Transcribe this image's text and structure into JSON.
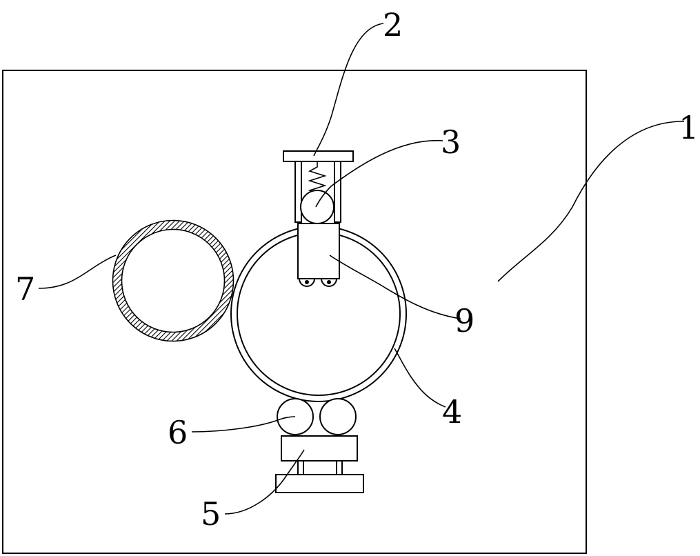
{
  "diagram": {
    "labels": {
      "l1": "1",
      "l2": "2",
      "l3": "3",
      "l4": "4",
      "l5": "5",
      "l6": "6",
      "l7": "7",
      "l9": "9"
    }
  }
}
